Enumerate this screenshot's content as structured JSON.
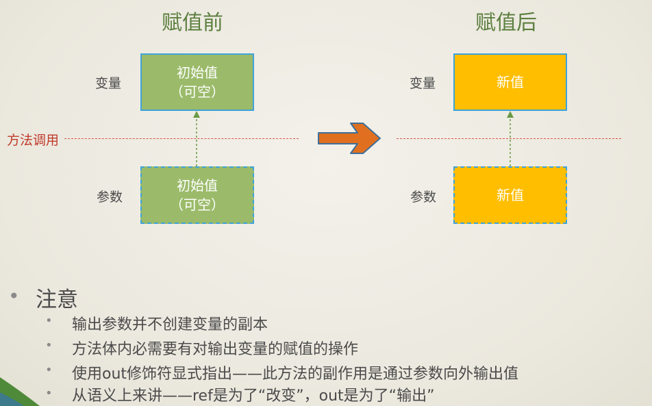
{
  "headings": {
    "before": "赋值前",
    "after": "赋值后"
  },
  "labels": {
    "variable": "变量",
    "parameter": "参数",
    "method_call": "方法调用"
  },
  "boxes": {
    "before_variable": {
      "line1": "初始值",
      "line2": "（可空）"
    },
    "before_parameter": {
      "line1": "初始值",
      "line2": "（可空）"
    },
    "after_variable": {
      "line1": "新值"
    },
    "after_parameter": {
      "line1": "新值"
    }
  },
  "notes": {
    "title": "注意",
    "items": [
      "输出参数并不创建变量的副本",
      "方法体内必需要有对输出变量的赋值的操作",
      "使用out修饰符显式指出——此方法的副作用是通过参数向外输出值",
      "从语义上来讲——ref是为了“改变”，out是为了“输出”"
    ]
  },
  "colors": {
    "heading": "#5c7f3f",
    "box_before": "#9bbb6a",
    "box_after": "#ffbe00",
    "box_border": "#3fa3d8",
    "method_call_line": "#d9534f",
    "arrow": "#e0701f"
  },
  "icons": {
    "transition": "right-arrow-icon",
    "bullet": "bullet-dot-icon"
  }
}
